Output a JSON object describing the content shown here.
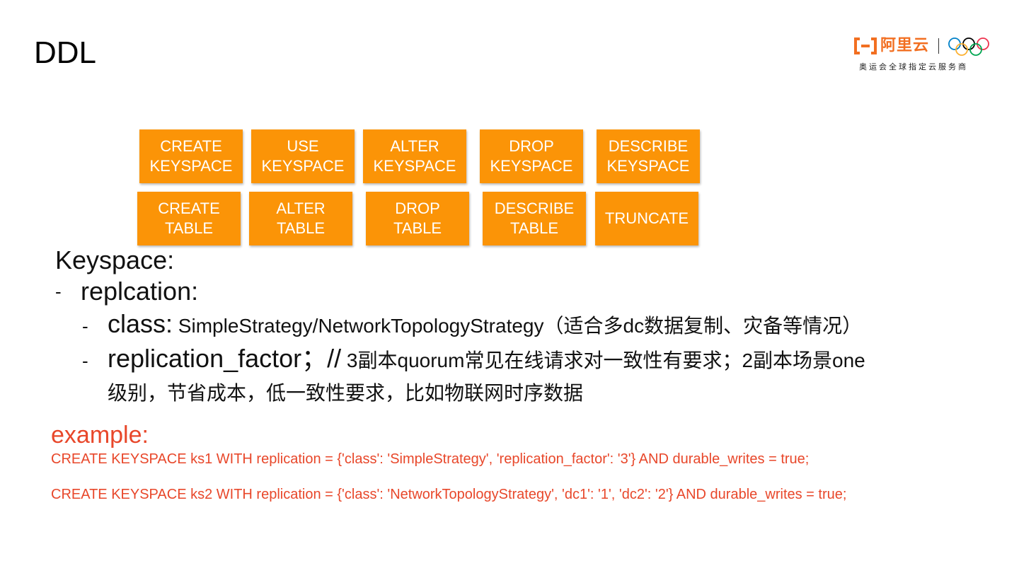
{
  "slide": {
    "title": "DDL"
  },
  "logo": {
    "brand_name": "阿里云",
    "tagline": "奥运会全球指定云服务商",
    "icons": [
      "aliyun-bracket-icon",
      "olympic-rings-icon"
    ],
    "colors": {
      "brand": "#f26f21",
      "ring_blue": "#0081c8",
      "ring_yellow": "#fcb131",
      "ring_black": "#000000",
      "ring_green": "#00a651",
      "ring_red": "#ee334e"
    }
  },
  "buttons": {
    "color": "#fb9407",
    "row1": [
      {
        "line1": "CREATE",
        "line2": "KEYSPACE"
      },
      {
        "line1": "USE",
        "line2": "KEYSPACE"
      },
      {
        "line1": "ALTER",
        "line2": "KEYSPACE"
      },
      {
        "line1": "DROP",
        "line2": "KEYSPACE"
      },
      {
        "line1": "DESCRIBE",
        "line2": "KEYSPACE"
      }
    ],
    "row2": [
      {
        "line1": "CREATE",
        "line2": "TABLE"
      },
      {
        "line1": "ALTER",
        "line2": "TABLE"
      },
      {
        "line1": "DROP",
        "line2": "TABLE"
      },
      {
        "line1": "DESCRIBE",
        "line2": "TABLE"
      },
      {
        "line1": "TRUNCATE",
        "line2": ""
      }
    ]
  },
  "keyspace": {
    "heading": "Keyspace:",
    "dash": "-",
    "replication": {
      "label": "replcation:"
    },
    "class": {
      "label": "class:",
      "text": " SimpleStrategy/NetworkTopologyStrategy（适合多dc数据复制、灾备等情况）"
    },
    "factor": {
      "label": "replication_factor；//",
      "text": " 3副本quorum常见在线请求对一致性有要求；2副本场景one",
      "line2": "级别，节省成本，低一致性要求，比如物联网时序数据"
    }
  },
  "example": {
    "heading": "example:",
    "color": "#e8472a",
    "lines": [
      "CREATE KEYSPACE ks1 WITH replication = {'class': 'SimpleStrategy', 'replication_factor': '3'}  AND durable_writes = true;",
      "CREATE KEYSPACE ks2 WITH replication = {'class': 'NetworkTopologyStrategy', 'dc1': '1', 'dc2': '2'}  AND durable_writes = true;"
    ]
  }
}
